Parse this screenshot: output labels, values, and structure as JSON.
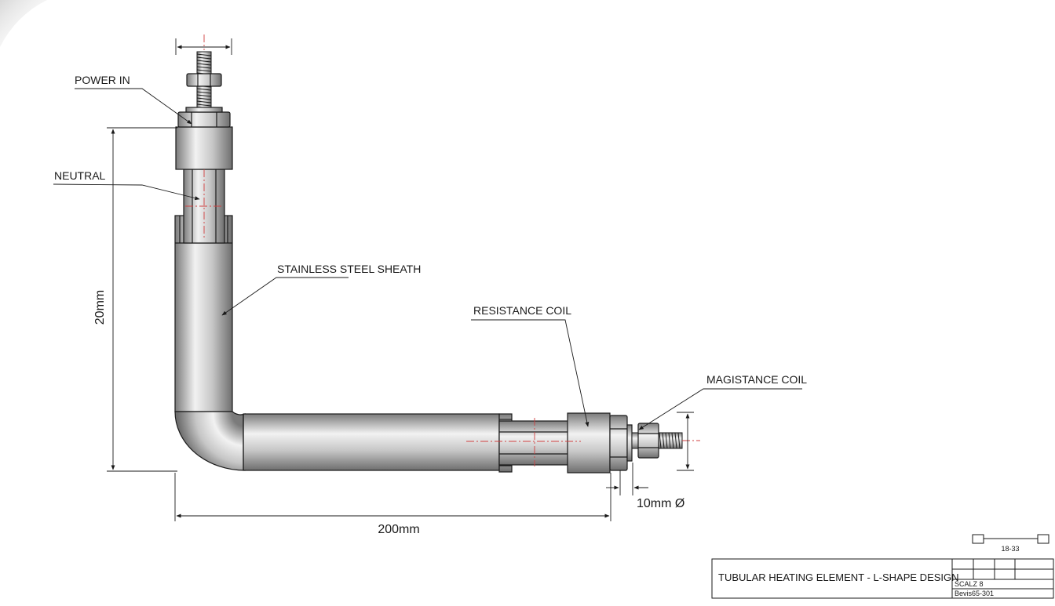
{
  "labels": {
    "power_in": "POWER IN",
    "neutral": "NEUTRAL",
    "sheath": "STAINLESS STEEL SHEATH",
    "resistance_coil": "RESISTANCE COIL",
    "magistance_coil": "MAGISTANCE COIL"
  },
  "dimensions": {
    "height": "20mm",
    "length": "200mm",
    "diameter": "10mm Ø"
  },
  "title_block": {
    "title": "TUBULAR HEATING ELEMENT - L-SHAPE DESIGN",
    "scale": "SCALZ 8",
    "revision": "Bevis65-301",
    "scale_bar_label": "18-33"
  },
  "colors": {
    "line": "#1a1a1a",
    "centerline": "#d04040",
    "metal_dark": "#7b7b7b",
    "metal_light": "#f2f2f2"
  }
}
